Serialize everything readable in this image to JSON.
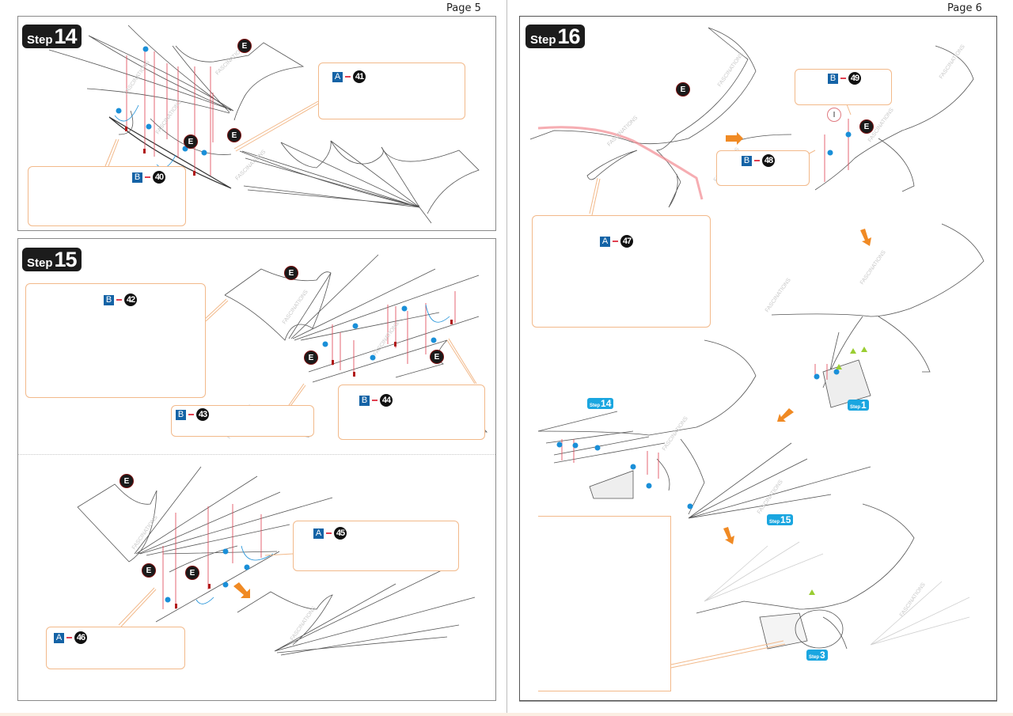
{
  "pages": [
    {
      "label": "Page 5"
    },
    {
      "label": "Page 6"
    }
  ],
  "steps": {
    "s14": {
      "word": "Step",
      "number": "14",
      "parts": [
        {
          "sheet": "A",
          "number": "41"
        },
        {
          "sheet": "B",
          "number": "40"
        }
      ],
      "markers": [
        "E",
        "E",
        "E"
      ]
    },
    "s15": {
      "word": "Step",
      "number": "15",
      "parts": [
        {
          "sheet": "B",
          "number": "42"
        },
        {
          "sheet": "B",
          "number": "43"
        },
        {
          "sheet": "B",
          "number": "44"
        },
        {
          "sheet": "A",
          "number": "45"
        },
        {
          "sheet": "A",
          "number": "46"
        }
      ],
      "markers": [
        "E",
        "E",
        "E",
        "E",
        "E",
        "E"
      ]
    },
    "s16": {
      "word": "Step",
      "number": "16",
      "parts": [
        {
          "sheet": "A",
          "number": "47"
        },
        {
          "sheet": "B",
          "number": "48"
        },
        {
          "sheet": "B",
          "number": "49"
        }
      ],
      "markers": [
        "E",
        "E",
        "I"
      ],
      "references": [
        {
          "word": "Step",
          "number": "14"
        },
        {
          "word": "Step",
          "number": "1"
        },
        {
          "word": "Step",
          "number": "15"
        },
        {
          "word": "Step",
          "number": "3"
        }
      ]
    }
  },
  "watermark": "FASCINATIONS",
  "colors": {
    "step_badge": "#1c1c1c",
    "sheet_tag": "#1463a6",
    "callout_border": "#f2b98a",
    "arrow": "#f08a24",
    "attach_line": "#e04050",
    "tab_dot": "#1a8fd8",
    "ref_badge": "#1aa6e0",
    "triangle": "#9acd32"
  }
}
